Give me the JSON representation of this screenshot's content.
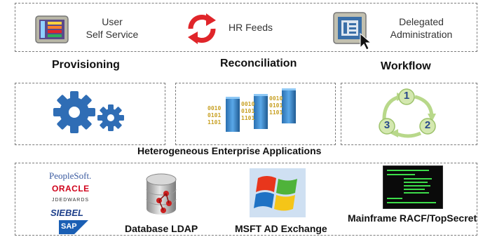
{
  "top_row": {
    "user_self_service": {
      "line1": "User",
      "line2": "Self Service",
      "icon": "form-window-icon"
    },
    "hr_feeds": {
      "label": "HR Feeds",
      "icon": "refresh-arrows-icon"
    },
    "delegated_admin": {
      "line1": "Delegated",
      "line2": "Administration",
      "icon": "admin-window-cursor-icon"
    }
  },
  "section_labels": {
    "provisioning": "Provisioning",
    "reconciliation": "Reconciliation",
    "workflow": "Workflow"
  },
  "middle_row": {
    "gears_icon": "gears-icon",
    "data_sync_icon": "binary-servers-icon",
    "binary_lines": [
      "0010",
      "0101",
      "1101"
    ],
    "workflow_steps": [
      "1",
      "2",
      "3"
    ]
  },
  "heterogeneous_label": "Heterogeneous Enterprise Applications",
  "bottom_row": {
    "brands": [
      "PeopleSoft.",
      "ORACLE",
      "JDEDWARDS",
      "SIEBEL",
      "SAP"
    ],
    "database_ldap": "Database LDAP",
    "msft_ad_exchange": "MSFT AD Exchange",
    "mainframe": "Mainframe RACF/TopSecret"
  },
  "colors": {
    "dash_border": "#7a7a7a",
    "gear_blue": "#2f6db5",
    "server_blue": "#3f8fd0",
    "binary_gold": "#c9a227",
    "workflow_green": "#b8d88a",
    "hr_red": "#e0252a",
    "oracle_red": "#d0021b",
    "peoplesoft_blue": "#3a5aa0",
    "sap_blue": "#1a5fb4"
  }
}
